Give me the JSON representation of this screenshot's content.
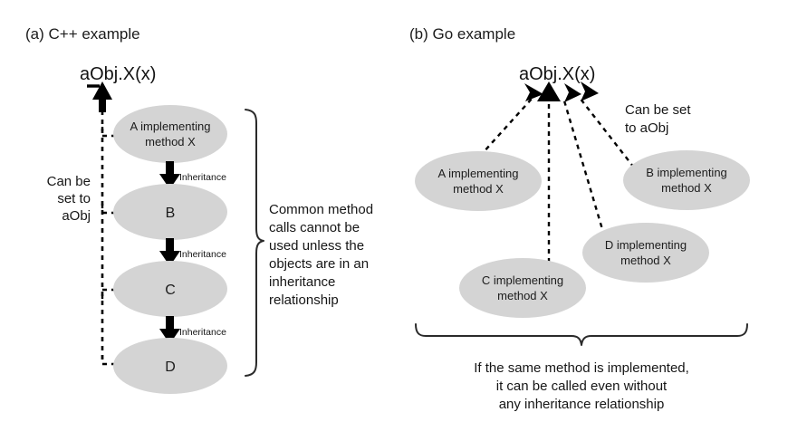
{
  "figure": {
    "background": "#ffffff",
    "node_fill": "#d4d4d4",
    "ink": "#111111"
  },
  "panels": [
    {
      "id": "cpp",
      "title": "(a) C++ example",
      "call_expression": "aObj.X(x)",
      "left_annotation": [
        "Can be",
        "set to",
        "aObj"
      ],
      "right_annotation": [
        "Common method",
        "calls cannot be",
        "used unless the",
        "objects are in an",
        "inheritance",
        "relationship"
      ],
      "nodes": [
        {
          "id": "A",
          "lines": [
            "A implementing",
            "method X"
          ],
          "style": "two-line"
        },
        {
          "id": "B",
          "lines": [
            "B"
          ],
          "style": "single"
        },
        {
          "id": "C",
          "lines": [
            "C"
          ],
          "style": "single"
        },
        {
          "id": "D",
          "lines": [
            "D"
          ],
          "style": "single"
        }
      ],
      "edge_labels": [
        "Inheritance",
        "Inheritance",
        "Inheritance"
      ]
    },
    {
      "id": "go",
      "title": "(b) Go example",
      "call_expression": "aObj.X(x)",
      "right_annotation": [
        "Can be set",
        "to aObj"
      ],
      "nodes": [
        {
          "id": "A",
          "lines": [
            "A implementing",
            "method X"
          ]
        },
        {
          "id": "B",
          "lines": [
            "B implementing",
            "method X"
          ]
        },
        {
          "id": "C",
          "lines": [
            "C implementing",
            "method X"
          ]
        },
        {
          "id": "D",
          "lines": [
            "D implementing",
            "method X"
          ]
        }
      ],
      "bottom_annotation": [
        "If the same method is implemented,",
        "it can be called even without",
        "any inheritance relationship"
      ]
    }
  ]
}
